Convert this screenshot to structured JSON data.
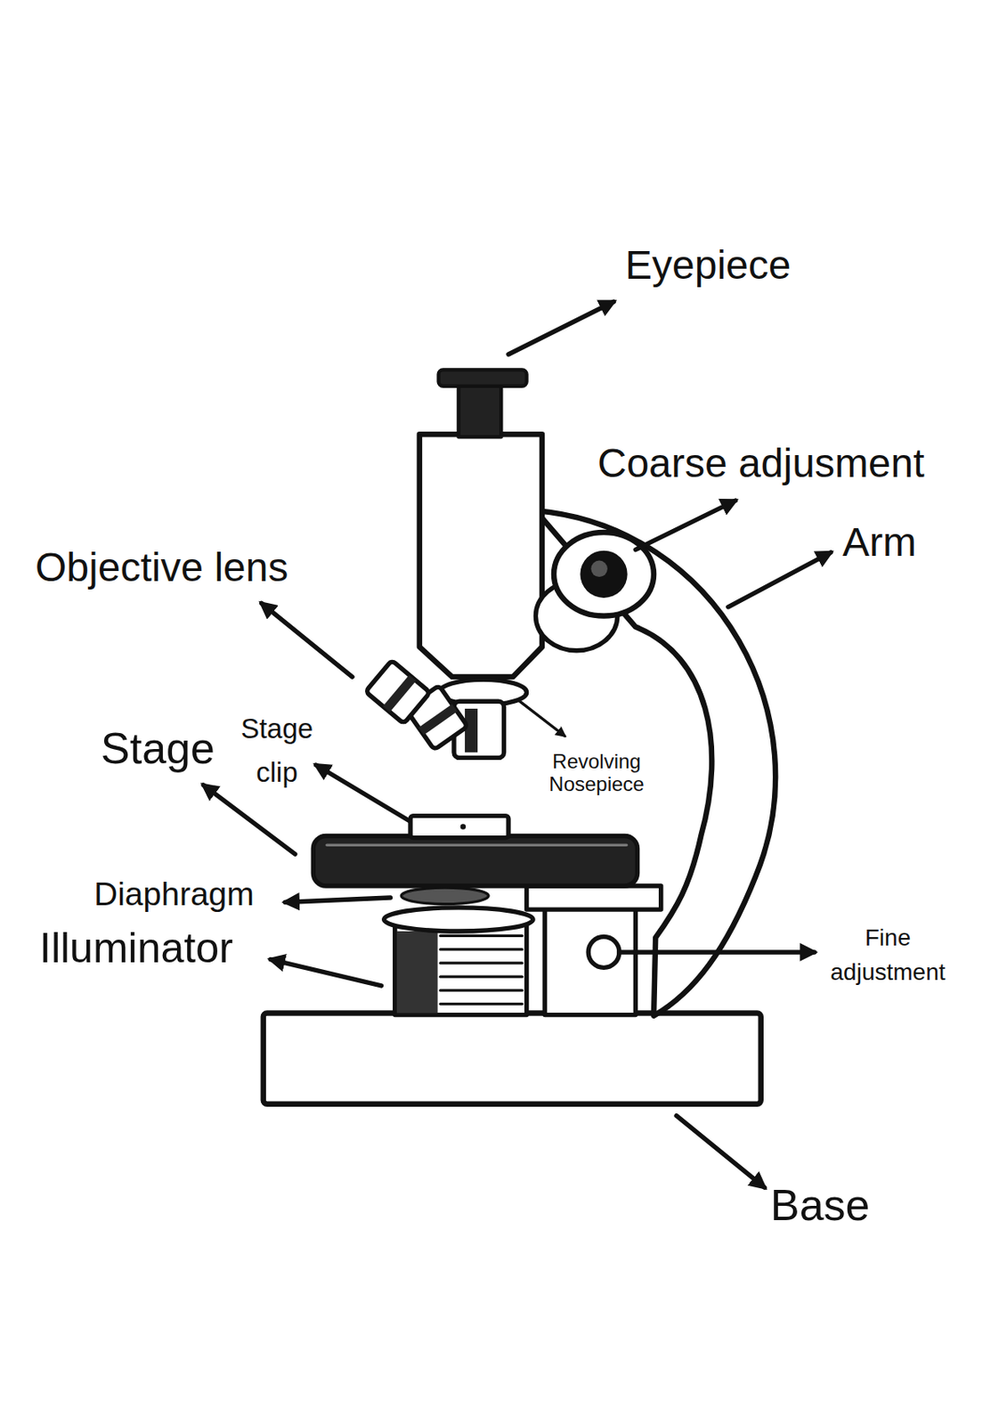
{
  "diagram": {
    "labels": [
      "Eyepiece",
      "Coarse adjusment",
      "Arm",
      "Objective lens",
      "Stage",
      "Stage clip",
      "Revolving Nosepiece",
      "Diaphragm",
      "Illuminator",
      "Fine adjustment",
      "Base"
    ]
  }
}
